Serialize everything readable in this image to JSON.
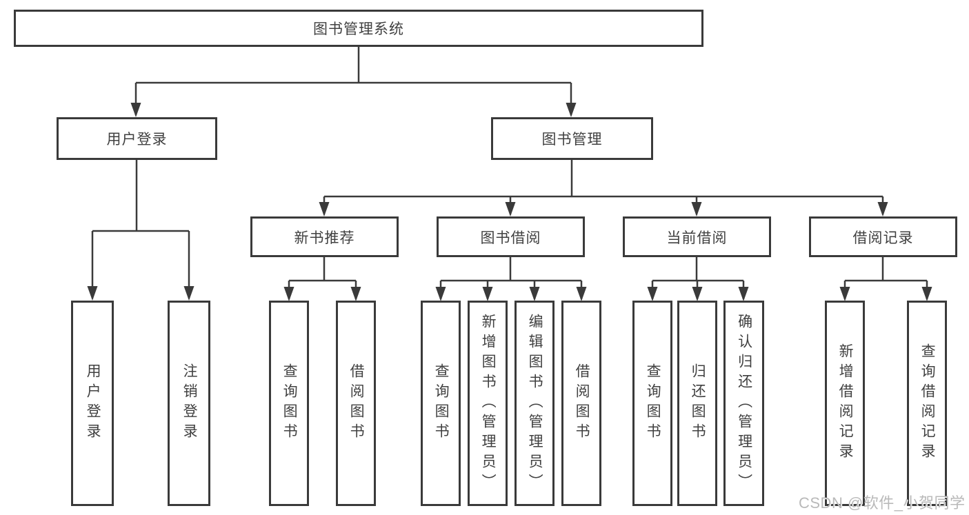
{
  "colors": {
    "line": "#3a3a3a",
    "box_border": "#3a3a3a",
    "box_background": "#ffffff",
    "text": "#404040",
    "watermark": "#b9b9b9"
  },
  "watermark": "CSDN @软件_小贺同学",
  "tree": {
    "label": "图书管理系统",
    "children": [
      {
        "label": "用户登录",
        "children": [
          {
            "label": "用户登录"
          },
          {
            "label": "注销登录"
          }
        ]
      },
      {
        "label": "图书管理",
        "children": [
          {
            "label": "新书推荐",
            "children": [
              {
                "label": "查询图书"
              },
              {
                "label": "借阅图书"
              }
            ]
          },
          {
            "label": "图书借阅",
            "children": [
              {
                "label": "查询图书"
              },
              {
                "label": "新增图书（管理员）"
              },
              {
                "label": "编辑图书（管理员）"
              },
              {
                "label": "借阅图书"
              }
            ]
          },
          {
            "label": "当前借阅",
            "children": [
              {
                "label": "查询图书"
              },
              {
                "label": "归还图书"
              },
              {
                "label": "确认归还（管理员）"
              }
            ]
          },
          {
            "label": "借阅记录",
            "children": [
              {
                "label": "新增借阅记录"
              },
              {
                "label": "查询借阅记录"
              }
            ]
          }
        ]
      }
    ]
  }
}
